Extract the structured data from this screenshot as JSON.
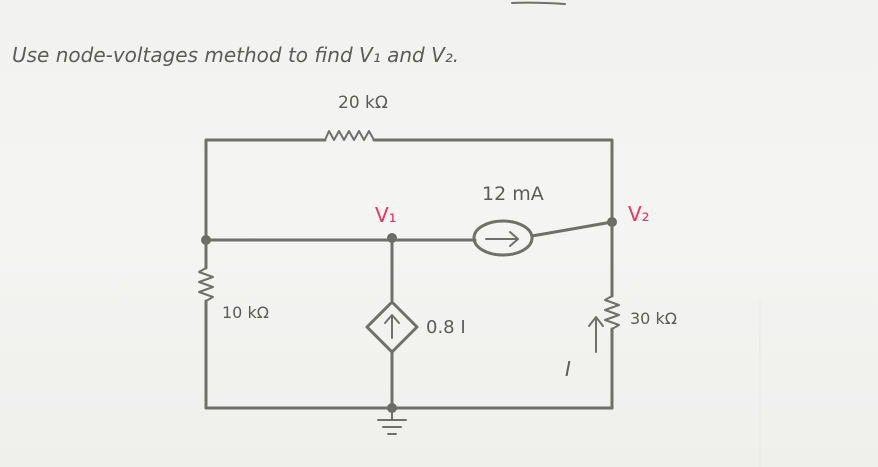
{
  "problem": {
    "instruction": "Use node-voltages method to find V₁ and V₂."
  },
  "circuit": {
    "resistor_top": "20 kΩ",
    "resistor_left": "10 kΩ",
    "resistor_right": "30 kΩ",
    "current_source_label": "12 mA",
    "dependent_source_label": "0.8 I",
    "node_v1": "V₁",
    "node_v2": "V₂",
    "current_label": "I"
  },
  "colors": {
    "ink": "#5b5b58",
    "node_labels": "#e0376d"
  }
}
